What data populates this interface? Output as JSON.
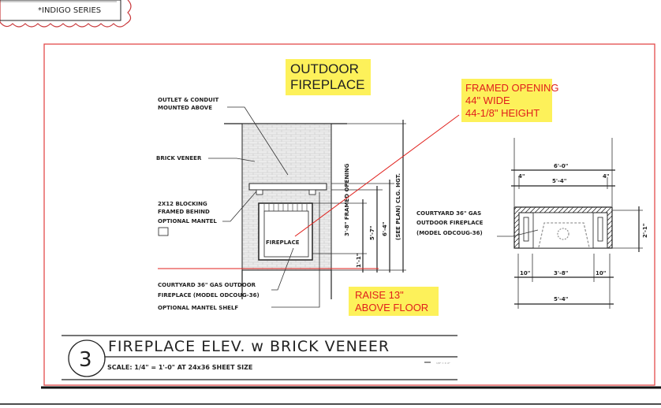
{
  "series_tag": "*INDIGO SERIES",
  "callouts": {
    "outdoor_fireplace": [
      "OUTDOOR",
      "FIREPLACE"
    ],
    "framed_opening": [
      "FRAMED OPENING",
      "44\" WIDE",
      "44-1/8\" HEIGHT"
    ],
    "raise": [
      "RAISE 13\"",
      "ABOVE FLOOR"
    ]
  },
  "elevation_labels": {
    "outlet": [
      "OUTLET & CONDUIT",
      "MOUNTED ABOVE"
    ],
    "brick": "BRICK VENEER",
    "blocking": [
      "2X12 BLOCKING",
      "FRAMED BEHIND",
      "OPTIONAL MANTEL"
    ],
    "fireplace": "FIREPLACE",
    "courtyard": [
      "COURTYARD 36\" GAS OUTDOOR",
      "FIREPLACE (MODEL ODCOUG-36)"
    ],
    "mantel_shelf": "OPTIONAL MANTEL SHELF"
  },
  "elevation_dims": [
    "3'-8\" FRAMED OPENING",
    "5'-7\"",
    "6'-4\"",
    "(SEE PLAN) CLG. HGT.",
    "1'-1\""
  ],
  "plan_labels": [
    "COURTYARD 36\" GAS",
    "OUTDOOR FIREPLACE",
    "(MODEL ODCOUG-36)"
  ],
  "plan_dims": {
    "overall_top": "6'-0\"",
    "side_left": "4\"",
    "side_right": "4\"",
    "inner_top": "5'-4\"",
    "depth": "2'-1\"",
    "bottom_left": "10\"",
    "bottom_mid": "3'-8\"",
    "bottom_right": "10\"",
    "bottom_overall": "5'-4\""
  },
  "title_block": {
    "number": "3",
    "title": "FIREPLACE ELEV. w BRICK VENEER",
    "scale": "SCALE: 1/4\" = 1'-0\" AT 24x36 SHEET SIZE",
    "tiny_scale": "1/8\" = 1'-0\""
  },
  "colors": {
    "red": "#e0201c",
    "yellow": "#fdf15a"
  }
}
